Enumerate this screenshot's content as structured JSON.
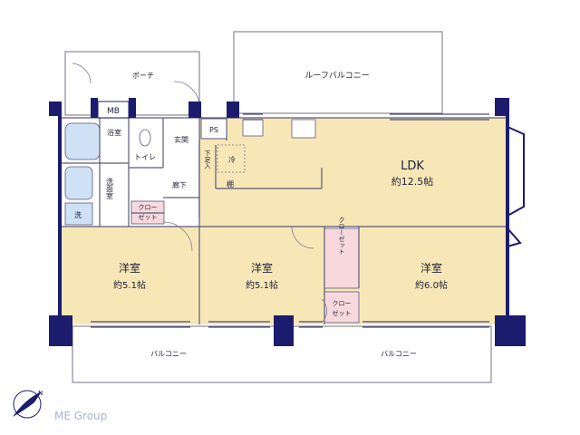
{
  "rooms": {
    "porch": "ポーチ",
    "roof_balcony": "ルーフバルコニー",
    "mb": "MB",
    "bath": "浴室",
    "toilet": "トイレ",
    "entrance": "玄関",
    "ps": "PS",
    "ldk_name": "LDK",
    "ldk_size": "約12.5帖",
    "fridge": "冷",
    "shoebox": "下足入",
    "shelf": "棚",
    "hallway": "廊下",
    "washroom": "洗面室",
    "washer": "洗",
    "closet1_l1": "クロー",
    "closet1_l2": "ゼット",
    "closet_tall": "クローゼット",
    "closet2_l1": "クロー",
    "closet2_l2": "ゼット",
    "room1_name": "洋室",
    "room1_size": "約5.1帖",
    "room2_name": "洋室",
    "room2_size": "約5.1帖",
    "room3_name": "洋室",
    "room3_size": "約6.0帖",
    "balcony_left": "バルコニー",
    "balcony_right": "バルコニー"
  },
  "compass": {
    "north": "N"
  },
  "watermark": "ME Group",
  "colors": {
    "floor": "#f7e7b6",
    "wall": "#1c1c6e",
    "line": "#5a5a7a",
    "closet": "#f6d8dd"
  }
}
